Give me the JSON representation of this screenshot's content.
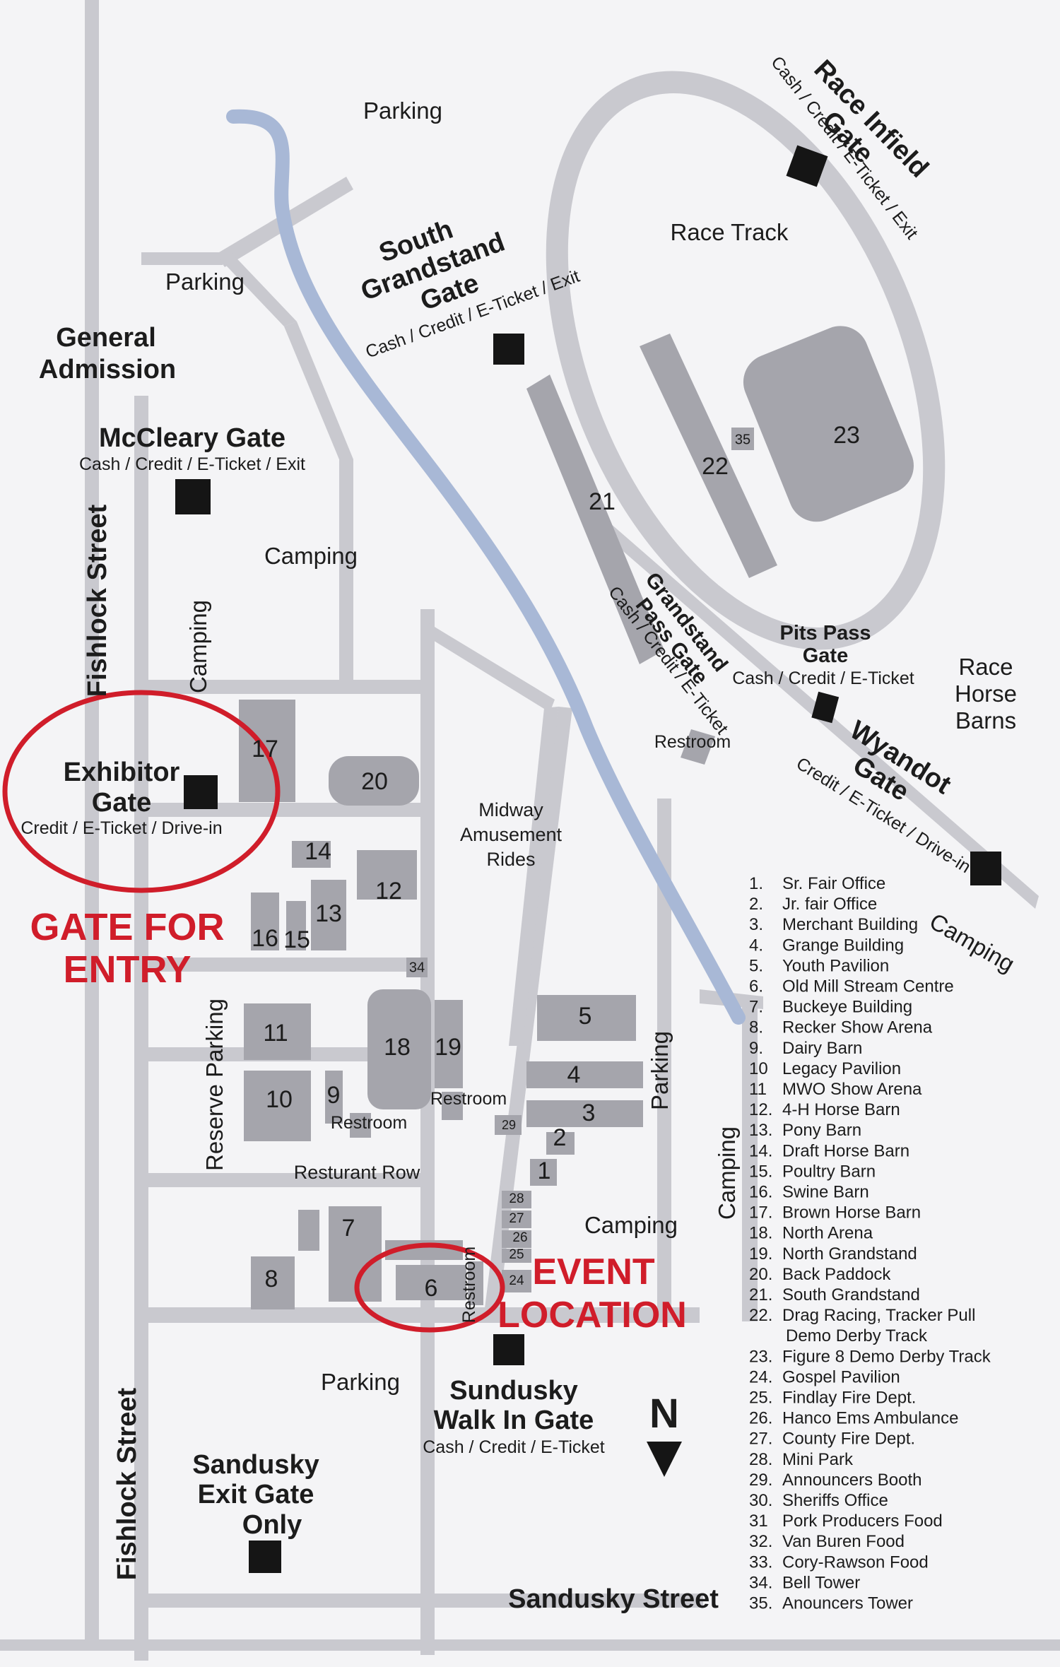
{
  "labels": {
    "parking_top": "Parking",
    "parking_left": "Parking",
    "race_track": "Race Track",
    "race_infield_gate_1": "Race Infield",
    "race_infield_gate_2": "Gate",
    "race_infield_sub": "Cash / Credit / E-Ticket / Exit",
    "south_gs_gate_1": "South",
    "south_gs_gate_2": "Grandstand",
    "south_gs_gate_3": "Gate",
    "south_gs_sub": "Cash / Credit / E-Ticket / Exit",
    "general_admission_1": "General",
    "general_admission_2": "Admission",
    "mccleary_gate": "McCleary Gate",
    "mccleary_sub": "Cash / Credit / E-Ticket / Exit",
    "fishlock_street_top": "Fishlock Street",
    "fishlock_street_bottom": "Fishlock Street",
    "camping_main": "Camping",
    "camping_vertical_left": "Camping",
    "gs_pass_gate_1": "Grandstand",
    "gs_pass_gate_2": "Pass Gate",
    "gs_pass_sub": "Cash / Credit / E-Ticket",
    "pits_pass_1": "Pits Pass",
    "pits_pass_2": "Gate",
    "pits_pass_sub": "Cash / Credit / E-Ticket",
    "race_horse_1": "Race",
    "race_horse_2": "Horse",
    "race_horse_3": "Barns",
    "restroom_upper": "Restroom",
    "wyandot_1": "Wyandot",
    "wyandot_2": "Gate",
    "wyandot_sub": "Credit / E-Ticket / Drive-in",
    "exhibitor_1": "Exhibitor",
    "exhibitor_2": "Gate",
    "exhibitor_sub": "Credit / E-Ticket / Drive-in",
    "midway_1": "Midway",
    "midway_2": "Amusement",
    "midway_3": "Rides",
    "camping_right": "Camping",
    "gate_for_1": "GATE FOR",
    "gate_for_2": "ENTRY",
    "reserve_parking": "Reserve Parking",
    "parking_vertical": "Parking",
    "camping_vertical_right": "Camping",
    "restroom_a": "Restroom",
    "restroom_b": "Restroom",
    "restroom_c": "Restroom",
    "resturant_row": "Resturant Row",
    "camping_lower": "Camping",
    "event_1": "EVENT",
    "event_2": "LOCATION",
    "parking_bottom": "Parking",
    "sundusky_1": "Sundusky",
    "sundusky_2": "Walk In Gate",
    "sundusky_sub": "Cash / Credit / E-Ticket",
    "north": "N",
    "sandusky_exit_1": "Sandusky",
    "sandusky_exit_2": "Exit Gate",
    "sandusky_exit_3": "Only",
    "sandusky_street": "Sandusky Street"
  },
  "buildings": {
    "b1": "1",
    "b2": "2",
    "b3": "3",
    "b4": "4",
    "b5": "5",
    "b6": "6",
    "b7": "7",
    "b8": "8",
    "b9": "9",
    "b10": "10",
    "b11": "11",
    "b12": "12",
    "b13": "13",
    "b14": "14",
    "b15": "15",
    "b16": "16",
    "b17": "17",
    "b18": "18",
    "b19": "19",
    "b20": "20",
    "b21": "21",
    "b22": "22",
    "b23": "23",
    "b24": "24",
    "b25": "25",
    "b26": "26",
    "b27": "27",
    "b28": "28",
    "b29": "29",
    "b34": "34",
    "b35": "35"
  },
  "legend": [
    {
      "n": "1.",
      "t": "Sr. Fair Office"
    },
    {
      "n": "2.",
      "t": "Jr. fair Office"
    },
    {
      "n": "3.",
      "t": "Merchant Building"
    },
    {
      "n": "4.",
      "t": "Grange Building"
    },
    {
      "n": "5.",
      "t": "Youth Pavilion"
    },
    {
      "n": "6.",
      "t": "Old Mill Stream Centre"
    },
    {
      "n": "7.",
      "t": "Buckeye Building"
    },
    {
      "n": "8.",
      "t": "Recker Show Arena"
    },
    {
      "n": "9.",
      "t": "Dairy Barn"
    },
    {
      "n": "10",
      "t": "Legacy Pavilion"
    },
    {
      "n": "11",
      "t": "MWO Show Arena"
    },
    {
      "n": "12.",
      "t": "4-H Horse Barn"
    },
    {
      "n": "13.",
      "t": "Pony Barn"
    },
    {
      "n": "14.",
      "t": "Draft Horse Barn"
    },
    {
      "n": "15.",
      "t": "Poultry Barn"
    },
    {
      "n": "16.",
      "t": "Swine Barn"
    },
    {
      "n": "17.",
      "t": "Brown Horse Barn"
    },
    {
      "n": "18.",
      "t": "North Arena"
    },
    {
      "n": "19.",
      "t": "North Grandstand"
    },
    {
      "n": "20.",
      "t": "Back Paddock"
    },
    {
      "n": "21.",
      "t": "South Grandstand"
    },
    {
      "n": "22.",
      "t": "Drag Racing, Tracker Pull"
    },
    {
      "n": "",
      "t": "Demo Derby Track"
    },
    {
      "n": "23.",
      "t": "Figure 8 Demo Derby Track"
    },
    {
      "n": "24.",
      "t": "Gospel Pavilion"
    },
    {
      "n": "25.",
      "t": "Findlay Fire Dept."
    },
    {
      "n": "26.",
      "t": "Hanco Ems Ambulance"
    },
    {
      "n": "27.",
      "t": "County Fire Dept."
    },
    {
      "n": "28.",
      "t": "Mini Park"
    },
    {
      "n": "29.",
      "t": "Announcers Booth"
    },
    {
      "n": "30.",
      "t": "Sheriffs Office"
    },
    {
      "n": "31",
      "t": "Pork Producers Food"
    },
    {
      "n": "32.",
      "t": "Van Buren Food"
    },
    {
      "n": "33.",
      "t": "Cory-Rawson Food"
    },
    {
      "n": "34.",
      "t": "Bell Tower"
    },
    {
      "n": "35.",
      "t": "Anouncers Tower"
    }
  ],
  "colors": {
    "background": "#f4f4f6",
    "road": "#c9c9cf",
    "building": "#a5a5ac",
    "stream": "#a8b8d6",
    "gate": "#151515",
    "annotation": "#d01d2a"
  }
}
